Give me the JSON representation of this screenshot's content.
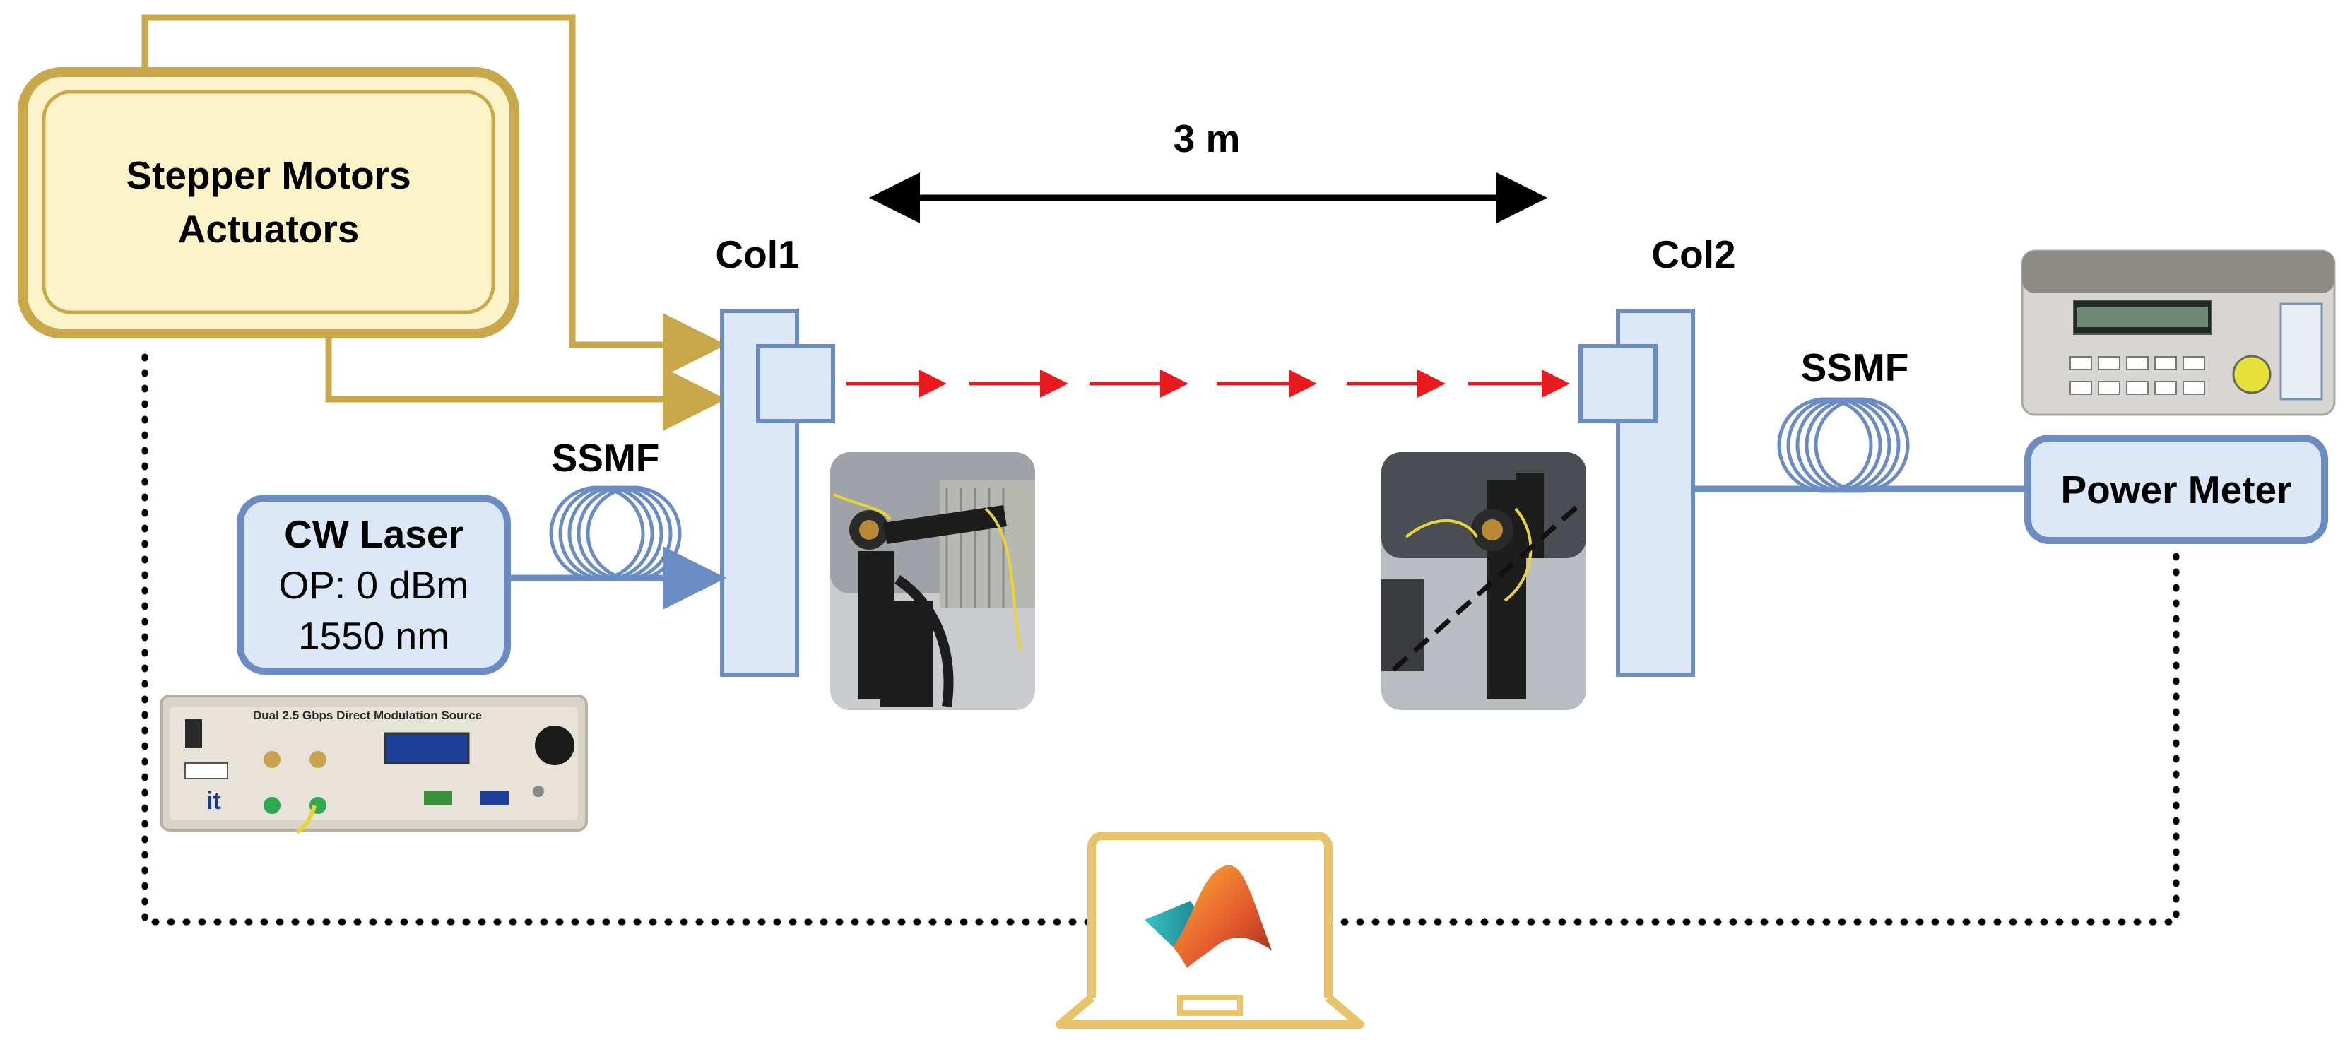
{
  "stepper": {
    "line1": "Stepper Motors",
    "line2": "Actuators"
  },
  "distance": {
    "label": "3 m"
  },
  "col1": {
    "label": "Col1"
  },
  "col2": {
    "label": "Col2"
  },
  "fiber_left": {
    "label": "SSMF"
  },
  "fiber_right": {
    "label": "SSMF"
  },
  "laser": {
    "title": "CW Laser",
    "line2": "OP: 0 dBm",
    "line3": "1550 nm"
  },
  "power_meter": {
    "label": "Power Meter"
  },
  "laser_device": {
    "panel_title": "Dual 2.5 Gbps Direct Modulation Source"
  },
  "icons": [
    "laptop-icon",
    "matlab-logo-icon",
    "fiber-coil-icon",
    "arrow-icon"
  ],
  "colors": {
    "gold": "#C9A84C",
    "gold_fill": "#FDF3C8",
    "blue": "#6B8CC2",
    "blue_fill": "#DCE8F7",
    "beam": "#E8191C",
    "black": "#000000"
  }
}
